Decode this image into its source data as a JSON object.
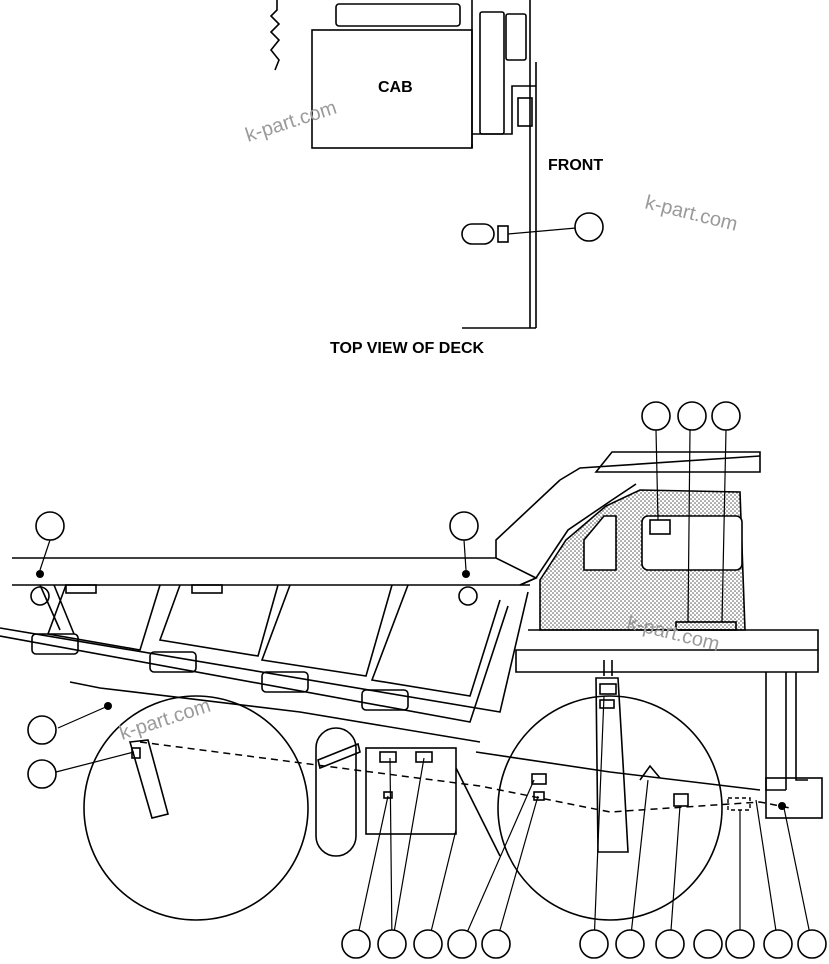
{
  "labels": {
    "cab": "CAB",
    "front": "FRONT",
    "top_view": "TOP VIEW OF DECK"
  },
  "watermark": "k-part.com",
  "colors": {
    "line": "#000000",
    "watermark": "#9a9a9a",
    "shading": "#bdbdbd"
  }
}
